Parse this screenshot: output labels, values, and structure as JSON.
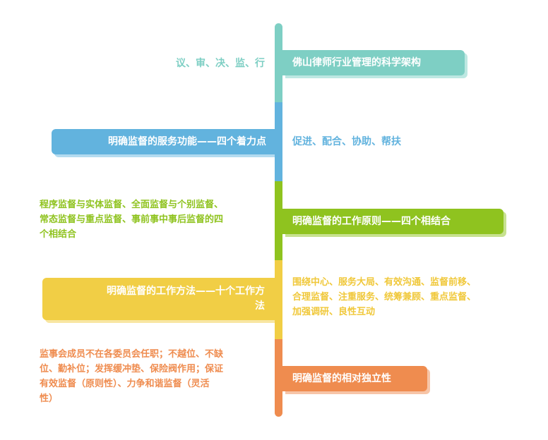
{
  "colors": {
    "teal": "#7ecfc4",
    "teal_text": "#7ecfc4",
    "blue": "#62b3de",
    "blue_text": "#62b3de",
    "green": "#8fc31f",
    "green_text": "#8fc31f",
    "yellow": "#f1ce45",
    "yellow_text": "#f0c83a",
    "orange": "#ef8c4f",
    "orange_text": "#ef8c4f"
  },
  "branches": [
    {
      "title": "佛山律师行业管理的科学架构",
      "detail": "议、审、决、监、行"
    },
    {
      "title": "明确监督的服务功能——四个着力点",
      "detail": "促进、配合、协助、帮扶"
    },
    {
      "title": "明确监督的工作原则——四个相结合",
      "detail_lines": [
        "程序监督与实体监督、全面监督与个别监督、",
        "常态监督与重点监督、事前事中事后监督的四",
        "个相结合"
      ]
    },
    {
      "title_lines": [
        "明确监督的工作方法——十个工作方",
        "法"
      ],
      "detail_lines": [
        "围绕中心、服务大局、有效沟通、监督前移、",
        "合理监督、注重服务、统筹兼顾、重点监督、",
        "加强调研、良性互动"
      ]
    },
    {
      "title": "明确监督的相对独立性",
      "detail_lines": [
        "监事会成员不在各委员会任职；不越位、不缺",
        "位、勤补位；发挥缓冲垫、保险阀作用；保证",
        "有效监督（原则性）、力争和谐监督（灵活",
        "性）"
      ]
    }
  ]
}
